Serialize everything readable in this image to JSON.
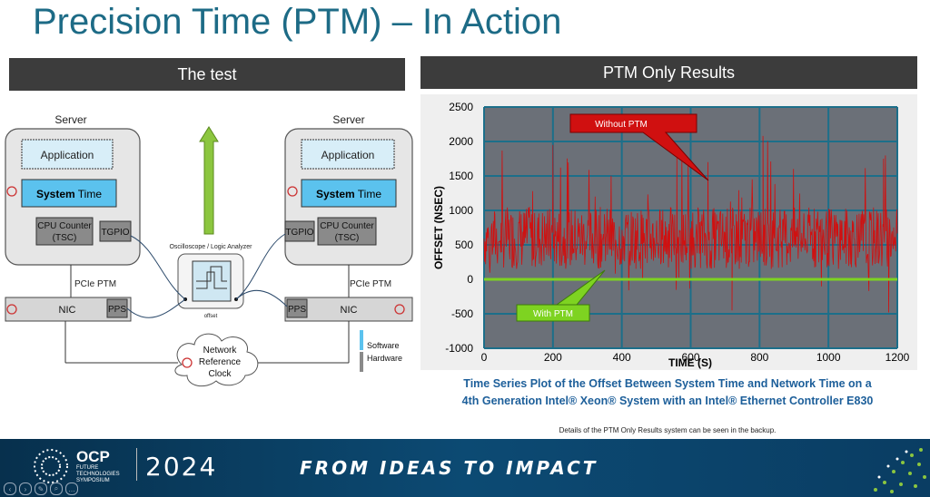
{
  "title": "Precision Time (PTM) – In Action",
  "left_header": "The test",
  "right_header": "PTM Only Results",
  "diagram": {
    "server_left": "Server",
    "server_right": "Server",
    "application": "Application",
    "system_time_bold": "System",
    "system_time_rest": " Time",
    "cpu_counter_1": "CPU Counter",
    "cpu_counter_2": "(TSC)",
    "tgpio": "TGPIO",
    "pcie_ptm": "PCIe PTM",
    "nic": "NIC",
    "pps": "PPS",
    "oscilloscope": "Oscilloscope / Logic Analyzer",
    "offset": "offset",
    "network_ref_1": "Network",
    "network_ref_2": "Reference",
    "network_ref_3": "Clock",
    "legend_software": "Software",
    "legend_hardware": "Hardware"
  },
  "chart_data": {
    "type": "line",
    "xlabel": "TIME (S)",
    "ylabel": "OFFSET (NSEC)",
    "xlim": [
      0,
      1200
    ],
    "ylim": [
      -1000,
      2500
    ],
    "x_ticks": [
      0,
      200,
      400,
      600,
      800,
      1000,
      1200
    ],
    "y_ticks": [
      2500,
      2000,
      1500,
      1000,
      500,
      0,
      -500,
      -1000
    ],
    "grid": true,
    "series": [
      {
        "name": "Without PTM",
        "color": "#d01010",
        "approx_range": [
          -500,
          2100
        ],
        "peaks": [
          [
            200,
            1950
          ],
          [
            560,
            1800
          ],
          [
            650,
            1700
          ],
          [
            810,
            2080
          ],
          [
            1160,
            1750
          ],
          [
            720,
            -450
          ],
          [
            1175,
            -480
          ]
        ]
      },
      {
        "name": "With PTM",
        "color": "#7ed321",
        "value": 0
      }
    ],
    "callouts": [
      {
        "label": "Without PTM"
      },
      {
        "label": "With PTM"
      }
    ]
  },
  "caption_1": "Time Series Plot of the Offset Between System Time and Network Time on a",
  "caption_2": "4th Generation Intel® Xeon® System with an Intel® Ethernet Controller E830",
  "note": "Details of the PTM Only Results system can be seen in the backup.",
  "footer": {
    "ocp": "OCP",
    "ocp_sub_1": "FUTURE",
    "ocp_sub_2": "TECHNOLOGIES",
    "ocp_sub_3": "SYMPOSIUM",
    "year": "2024",
    "tagline": "FROM IDEAS TO IMPACT"
  }
}
